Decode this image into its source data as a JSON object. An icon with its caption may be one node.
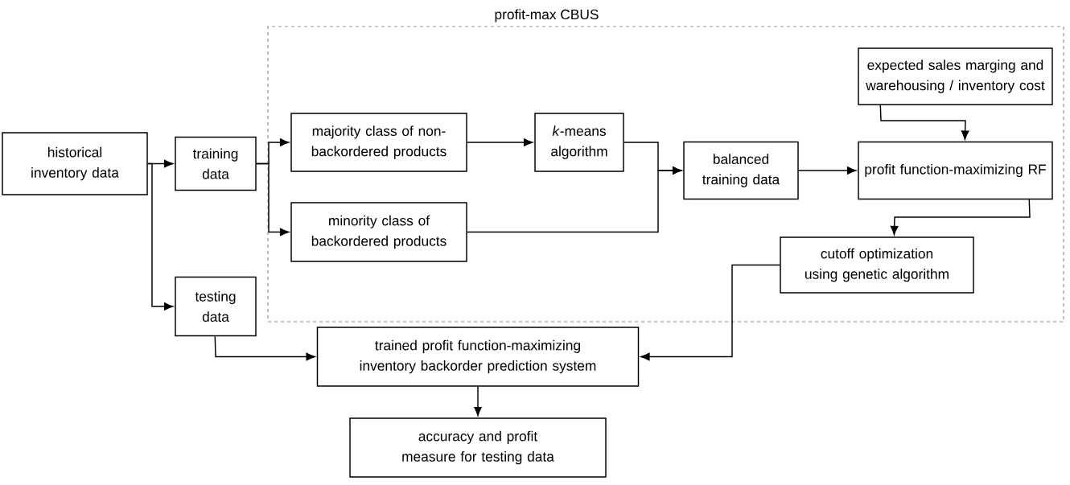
{
  "diagram": {
    "nodes": [
      {
        "text": [
          "historical inventory data"
        ]
      },
      {
        "text": [
          "training data"
        ]
      },
      {
        "text": [
          "testing data"
        ]
      },
      {
        "text": [
          "profit-max CBUS"
        ]
      },
      {
        "text": [
          "majority class of non-backordered products"
        ],
        "in": 3
      },
      {
        "text": [
          "minority class of backordered products"
        ],
        "in": 3
      },
      {
        "text": [
          "*k*-means algorithm"
        ],
        "in": 3
      },
      {
        "text": [
          "balanced training data"
        ],
        "in": 3
      },
      {
        "text": [
          "expected sales marging and warehousing / inventory cost"
        ],
        "in": 3
      },
      {
        "text": [
          "profit function-maximizing RF"
        ],
        "in": 3
      },
      {
        "text": [
          "cutoff optimization using genetic algorithm"
        ],
        "in": 3
      },
      {
        "text": [
          "trained profit function-maximizing inventory backorder prediction system"
        ]
      },
      {
        "text": [
          "accuracy and profit measure for testing data"
        ]
      }
    ],
    "edges": [
      {
        "from": 0,
        "to": 1,
        "arrow": "to"
      },
      {
        "from": 0,
        "to": 2,
        "arrow": "to"
      },
      {
        "from": 1,
        "to": 4,
        "arrow": "to"
      },
      {
        "from": 1,
        "to": 5,
        "arrow": "to"
      },
      {
        "from": 4,
        "to": 6,
        "arrow": "to"
      },
      {
        "from": 6,
        "to": 7,
        "arrow": "to"
      },
      {
        "from": 5,
        "to": 7,
        "arrow": "to"
      },
      {
        "from": 7,
        "to": 9,
        "arrow": "to"
      },
      {
        "from": 8,
        "to": 9,
        "arrow": "to"
      },
      {
        "from": 9,
        "to": 10,
        "arrow": "to"
      },
      {
        "from": 10,
        "to": 11,
        "arrow": "to"
      },
      {
        "from": 2,
        "to": 11,
        "arrow": "to"
      },
      {
        "from": 11,
        "to": 12,
        "arrow": "to"
      }
    ]
  }
}
